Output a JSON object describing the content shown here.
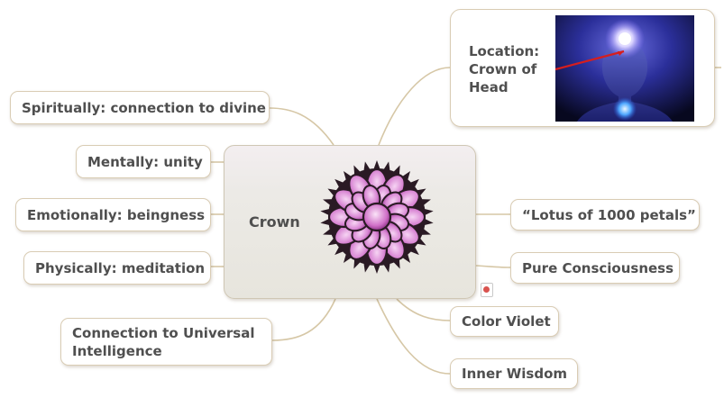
{
  "central": {
    "title": "Crown"
  },
  "branches": {
    "location": "Location: Crown of Head",
    "spiritually": "Spiritually: connection to divine",
    "mentally": "Mentally: unity",
    "emotionally": "Emotionally: beingness",
    "physically": "Physically: meditation",
    "connection": "Connection to Universal Intelligence",
    "lotus": "“Lotus of 1000 petals”",
    "consciousness": "Pure Consciousness",
    "color": "Color Violet",
    "wisdom": "Inner Wisdom"
  },
  "colors": {
    "link": "#d6c7a6",
    "lotus_dark": "#2a1a24",
    "lotus_light": "#e8a6e6",
    "lotus_mid": "#c25bbd"
  },
  "icons": [
    "lotus-chakra-icon",
    "note-icon",
    "meditating-figure-image"
  ]
}
